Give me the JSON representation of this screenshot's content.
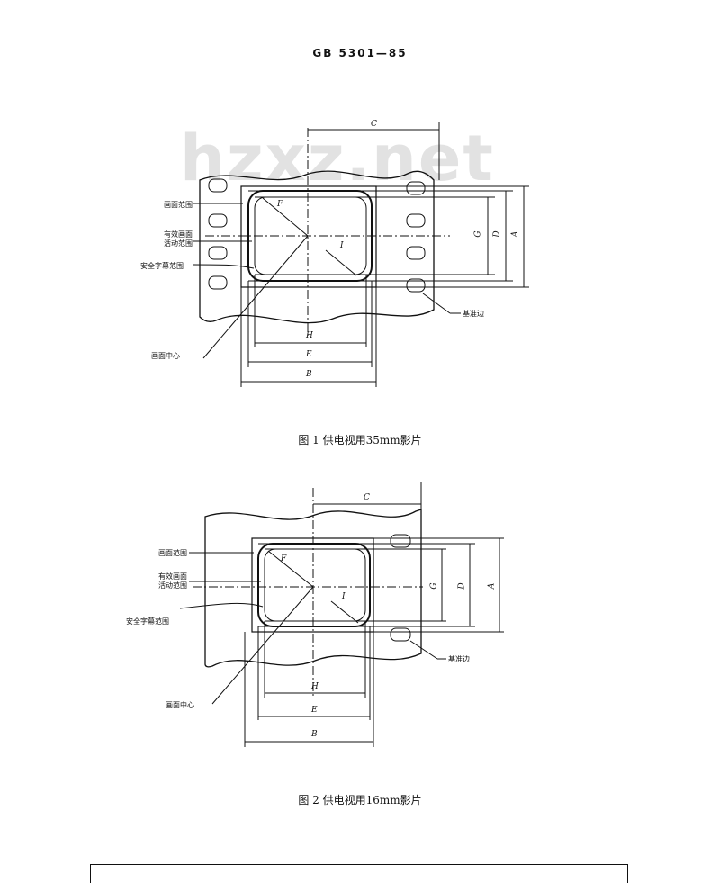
{
  "header": {
    "standard_no": "GB 5301—85"
  },
  "watermark": "hzxz.net",
  "figure1": {
    "caption": "图 1   供电视用35mm影片",
    "labels": {
      "picture_range": "画面范围",
      "effective_area_line1": "有效画面",
      "effective_area_line2": "活动范围",
      "safe_subtitle": "安全字幕范围",
      "picture_center": "画面中心",
      "reference_edge": "基准边"
    },
    "dims": {
      "A": "A",
      "B": "B",
      "C": "C",
      "D": "D",
      "E": "E",
      "F": "F",
      "G": "G",
      "H": "H",
      "I": "I"
    }
  },
  "figure2": {
    "caption": "图 2   供电视用16mm影片",
    "labels": {
      "picture_range": "画面范围",
      "effective_area_line1": "有效画面",
      "effective_area_line2": "活动范围",
      "safe_subtitle": "安全字幕范围",
      "picture_center": "画面中心",
      "reference_edge": "基准边"
    },
    "dims": {
      "A": "A",
      "B": "B",
      "C": "C",
      "D": "D",
      "E": "E",
      "F": "F",
      "G": "G",
      "H": "H",
      "I": "I"
    }
  }
}
